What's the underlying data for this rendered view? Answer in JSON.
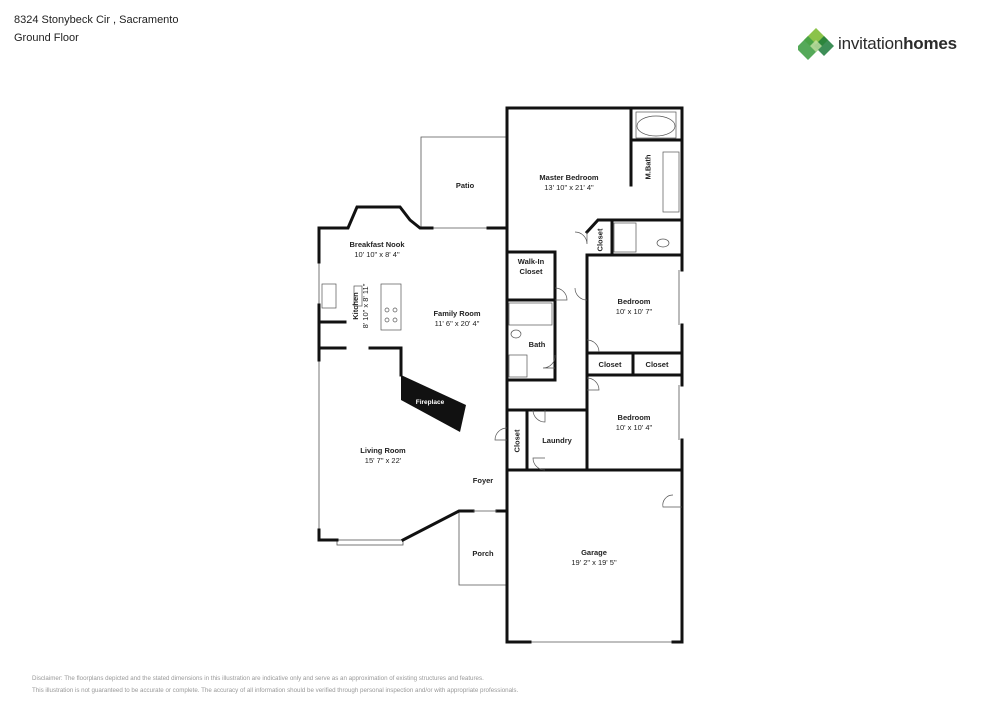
{
  "header": {
    "address": "8324 Stonybeck Cir , Sacramento",
    "floor": "Ground Floor"
  },
  "logo": {
    "brand_word1": "invitation",
    "brand_word2": "homes",
    "colors": [
      "#8bc34a",
      "#43a047",
      "#1b7a3a",
      "#c5e1a5"
    ]
  },
  "rooms": {
    "patio": {
      "name": "Patio"
    },
    "master_bedroom": {
      "name": "Master Bedroom",
      "dims": "13' 10\" x 21' 4\""
    },
    "mbath": {
      "name": "M.Bath"
    },
    "closet_master": {
      "name": "Closet"
    },
    "walkin": {
      "name": "Walk-In Closet"
    },
    "breakfast_nook": {
      "name": "Breakfast Nook",
      "dims": "10' 10\" x 8' 4\""
    },
    "kitchen": {
      "name": "Kitchen",
      "dims": "8' 10\" x 8' 11\""
    },
    "family_room": {
      "name": "Family Room",
      "dims": "11' 6\" x 20' 4\""
    },
    "bedroom1": {
      "name": "Bedroom",
      "dims": "10' x 10' 7\""
    },
    "bath": {
      "name": "Bath"
    },
    "closet_b1": {
      "name": "Closet"
    },
    "closet_b2": {
      "name": "Closet"
    },
    "fireplace": {
      "name": "Fireplace"
    },
    "bedroom2": {
      "name": "Bedroom",
      "dims": "10' x 10' 4\""
    },
    "closet_laundry": {
      "name": "Closet"
    },
    "laundry": {
      "name": "Laundry"
    },
    "living_room": {
      "name": "Living Room",
      "dims": "15' 7\" x 22'"
    },
    "foyer": {
      "name": "Foyer"
    },
    "porch": {
      "name": "Porch"
    },
    "garage": {
      "name": "Garage",
      "dims": "19' 2\" x 19' 5\""
    }
  },
  "disclaimer": {
    "line1": "Disclaimer: The floorplans depicted and the stated dimensions in this illustration are indicative only and serve as an approximation of existing structures and features.",
    "line2": "This illustration is not guaranteed to be accurate or complete. The accuracy of all information should be verified through personal inspection and/or with appropriate professionals."
  }
}
